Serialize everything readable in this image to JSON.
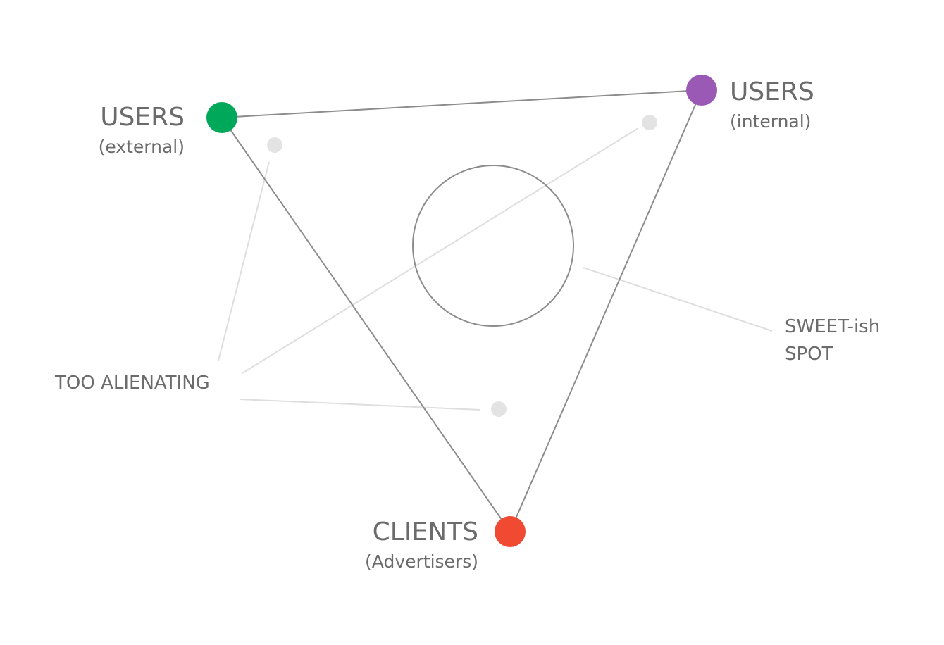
{
  "nodes": {
    "users_external": {
      "title": "USERS",
      "subtitle": "(external)",
      "color": "#00a85a"
    },
    "users_internal": {
      "title": "USERS",
      "subtitle": "(internal)",
      "color": "#9b59b6"
    },
    "clients": {
      "title": "CLIENTS",
      "subtitle": "(Advertisers)",
      "color": "#f04a33"
    }
  },
  "annotations": {
    "sweet_spot": {
      "line1": "SWEET-ish",
      "line2": "SPOT"
    },
    "too_alienating": "TOO ALIENATING"
  },
  "colors": {
    "triangle_edge": "#8c8c8c",
    "leader_line": "#dedede",
    "minor_dot": "#e3e3e3",
    "text": "#6b6b6b"
  }
}
